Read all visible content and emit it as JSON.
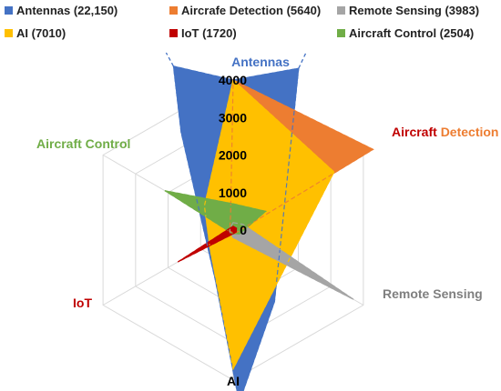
{
  "chart_data": {
    "type": "radar",
    "title": "",
    "axes": [
      "Antennas",
      "Aircraft Detection",
      "Remote Sensing",
      "AI",
      "IoT",
      "Aircraft Control"
    ],
    "axis_label_parts": [
      [
        "Antennas"
      ],
      [
        "Aircraft ",
        "Detection"
      ],
      [
        "Remote Sensing"
      ],
      [
        "AI"
      ],
      [
        "IoT"
      ],
      [
        "Aircraft Control"
      ]
    ],
    "ticks": [
      "0",
      "1000",
      "2000",
      "3000",
      "4000"
    ],
    "rmax": 4000,
    "legend": [
      {
        "label": "Antennas (22,150)",
        "color": "#4472C4"
      },
      {
        "label": "Aircrafe Detection (5640)",
        "color": "#ED7D31"
      },
      {
        "label": "Remote Sensing (3983)",
        "color": "#A5A5A5"
      },
      {
        "label": "AI (7010)",
        "color": "#FFC000"
      },
      {
        "label": "IoT (1720)",
        "color": "#C00000"
      },
      {
        "label": "Aircraft Control (2504)",
        "color": "#70AD47"
      }
    ],
    "series": [
      {
        "name": "Antennas (22,150)",
        "color": "#4472C4",
        "points": [
          [
            0,
            4000
          ],
          [
            22,
            4650
          ],
          [
            150,
            2200
          ],
          [
            178,
            4600
          ],
          [
            200,
            1400
          ],
          [
            332,
            2950
          ],
          [
            340,
            4650
          ]
        ]
      },
      {
        "name": "Aircrafe Detection (5640)",
        "color": "#ED7D31",
        "points": [
          [
            0,
            4000
          ],
          [
            60,
            4300
          ],
          [
            150,
            100
          ],
          [
            250,
            100
          ],
          [
            350,
            400
          ]
        ]
      },
      {
        "name": "AI (7010)",
        "color": "#FFC000",
        "points": [
          [
            0,
            4000
          ],
          [
            60,
            3100
          ],
          [
            180,
            3700
          ],
          [
            230,
            800
          ],
          [
            310,
            1000
          ]
        ]
      },
      {
        "name": "Remote Sensing (3983)",
        "color": "#A5A5A5",
        "points": [
          [
            0,
            200
          ],
          [
            60,
            300
          ],
          [
            120,
            3700
          ],
          [
            180,
            200
          ],
          [
            240,
            100
          ],
          [
            300,
            100
          ]
        ]
      },
      {
        "name": "Aircraft Control (2504)",
        "color": "#70AD47",
        "points": [
          [
            0,
            700
          ],
          [
            60,
            1000
          ],
          [
            120,
            200
          ],
          [
            180,
            100
          ],
          [
            240,
            100
          ],
          [
            300,
            2100
          ]
        ]
      },
      {
        "name": "IoT (1720)",
        "color": "#C00000",
        "points": [
          [
            0,
            100
          ],
          [
            60,
            100
          ],
          [
            120,
            100
          ],
          [
            180,
            100
          ],
          [
            240,
            1700
          ],
          [
            300,
            100
          ]
        ]
      }
    ]
  },
  "colors": {
    "grid": "#D9D9D9",
    "antennas_label": "#4472C4",
    "detection_label_a": "#C00000",
    "detection_label_b": "#ED7D31",
    "remote_label": "#7F7F7F",
    "ai_label": "#000000",
    "iot_label": "#C00000",
    "control_label": "#70AD47"
  }
}
